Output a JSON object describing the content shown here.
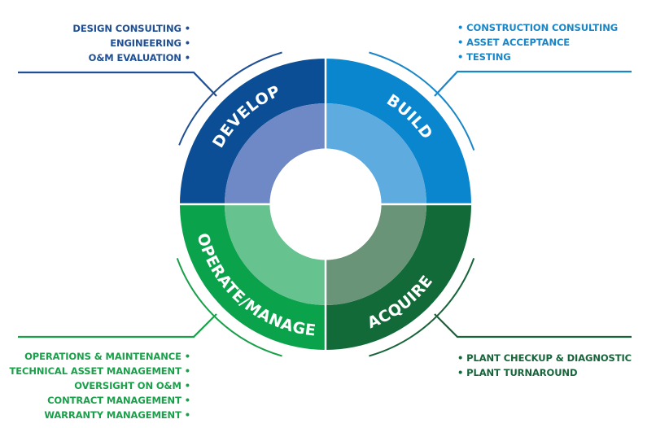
{
  "diagram": {
    "type": "lifecycle-ring",
    "segments": [
      {
        "id": "develop",
        "label": "DEVELOP",
        "position": "top-left",
        "outer_color": "#0b4e96",
        "inner_color": "#6e89c6",
        "line_color": "#1f4f94",
        "items": [
          "DESIGN CONSULTING",
          "ENGINEERING",
          "O&M EVALUATION"
        ]
      },
      {
        "id": "build",
        "label": "BUILD",
        "position": "top-right",
        "outer_color": "#0a86cf",
        "inner_color": "#5dabdf",
        "line_color": "#1a86c8",
        "items": [
          "CONSTRUCTION CONSULTING",
          "ASSET ACCEPTANCE",
          "TESTING"
        ]
      },
      {
        "id": "acquire",
        "label": "ACQUIRE",
        "position": "bottom-right",
        "outer_color": "#116a38",
        "inner_color": "#6a9478",
        "line_color": "#17643a",
        "items": [
          "PLANT CHECKUP & DIAGNOSTIC",
          "PLANT TURNAROUND"
        ]
      },
      {
        "id": "operate",
        "label": "OPERATE/MANAGE",
        "position": "bottom-left",
        "outer_color": "#0ba24c",
        "inner_color": "#66c28e",
        "line_color": "#1aa04a",
        "items": [
          "OPERATIONS & MAINTENANCE",
          "TECHNICAL ASSET MANAGEMENT",
          "OVERSIGHT ON O&M",
          "CONTRACT MANAGEMENT",
          "WARRANTY MANAGEMENT"
        ]
      }
    ],
    "bullet": "•",
    "center_color": "#ffffff"
  }
}
